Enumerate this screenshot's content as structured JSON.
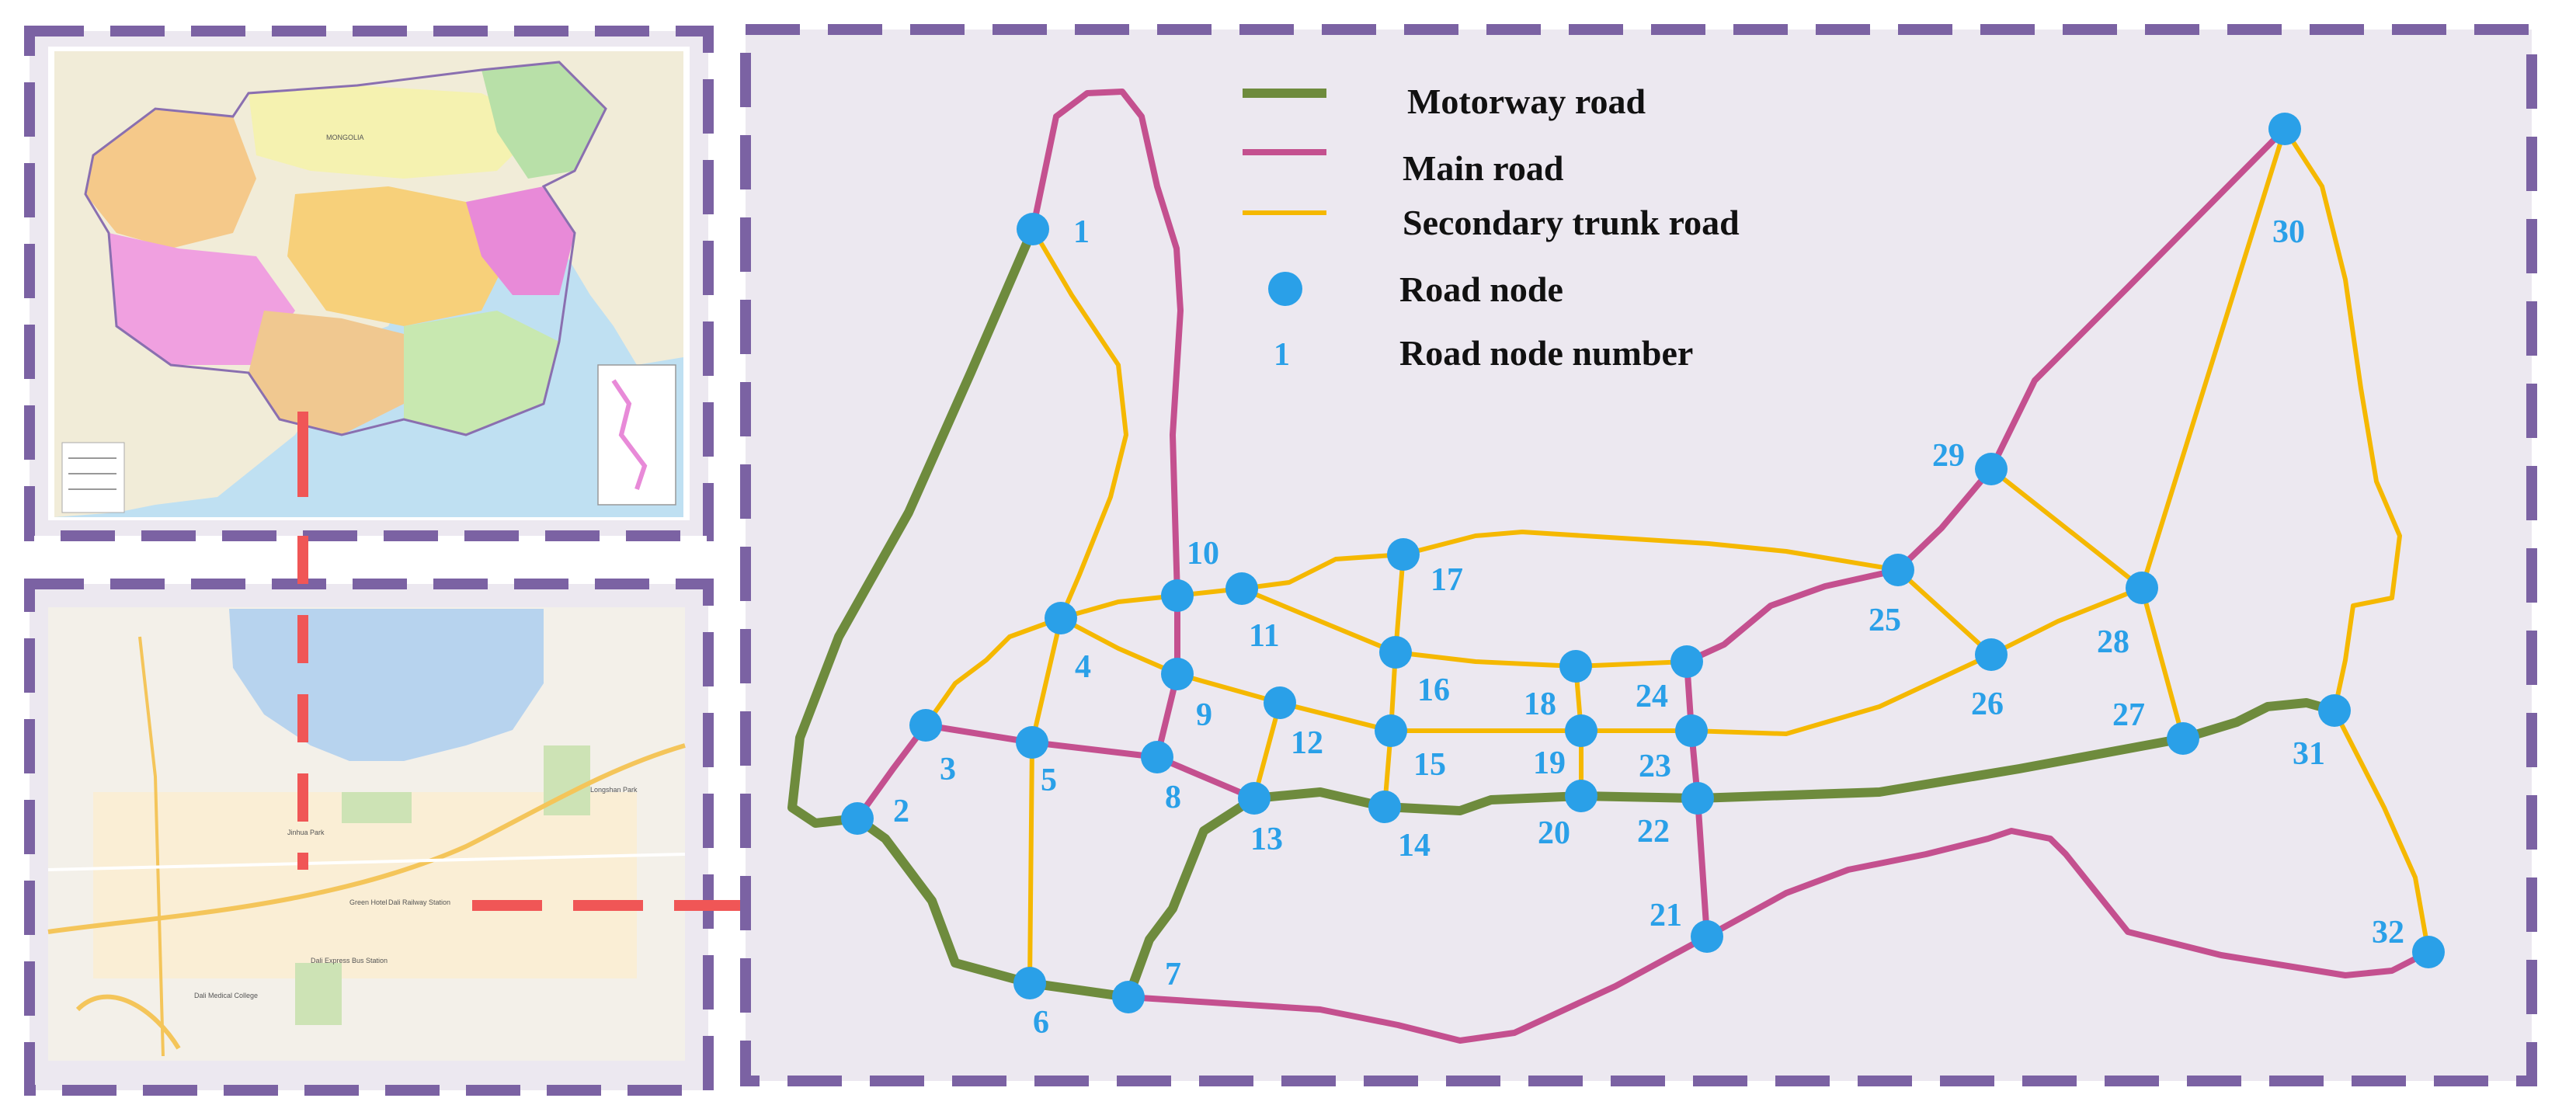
{
  "legend": {
    "motorway": "Motorway road",
    "main": "Main road",
    "secondary": "Secondary trunk road",
    "node": "Road node",
    "node_number_symbol": "1",
    "node_number": "Road node number"
  },
  "colors": {
    "motorway": "#6e8b3d",
    "main": "#c4508f",
    "secondary": "#f5b800",
    "node": "#2aa0e8",
    "frame": "#7b62a3",
    "arrow": "#f05656",
    "panel_bg": "#ece8f0"
  },
  "nodes": [
    {
      "id": "1"
    },
    {
      "id": "2"
    },
    {
      "id": "3"
    },
    {
      "id": "4"
    },
    {
      "id": "5"
    },
    {
      "id": "6"
    },
    {
      "id": "7"
    },
    {
      "id": "8"
    },
    {
      "id": "9"
    },
    {
      "id": "10"
    },
    {
      "id": "11"
    },
    {
      "id": "12"
    },
    {
      "id": "13"
    },
    {
      "id": "14"
    },
    {
      "id": "15"
    },
    {
      "id": "16"
    },
    {
      "id": "17"
    },
    {
      "id": "18"
    },
    {
      "id": "19"
    },
    {
      "id": "20"
    },
    {
      "id": "21"
    },
    {
      "id": "22"
    },
    {
      "id": "23"
    },
    {
      "id": "24"
    },
    {
      "id": "25"
    },
    {
      "id": "26"
    },
    {
      "id": "27"
    },
    {
      "id": "28"
    },
    {
      "id": "29"
    },
    {
      "id": "30"
    },
    {
      "id": "31"
    },
    {
      "id": "32"
    }
  ],
  "inset_maps": {
    "country_map_label": "MONGOLIA",
    "city_map_labels": [
      "Dali Railway Station",
      "Dali Medical College",
      "Jinhua Park",
      "Green Hotel",
      "Dali Express Bus Station",
      "Longshan Park"
    ]
  }
}
